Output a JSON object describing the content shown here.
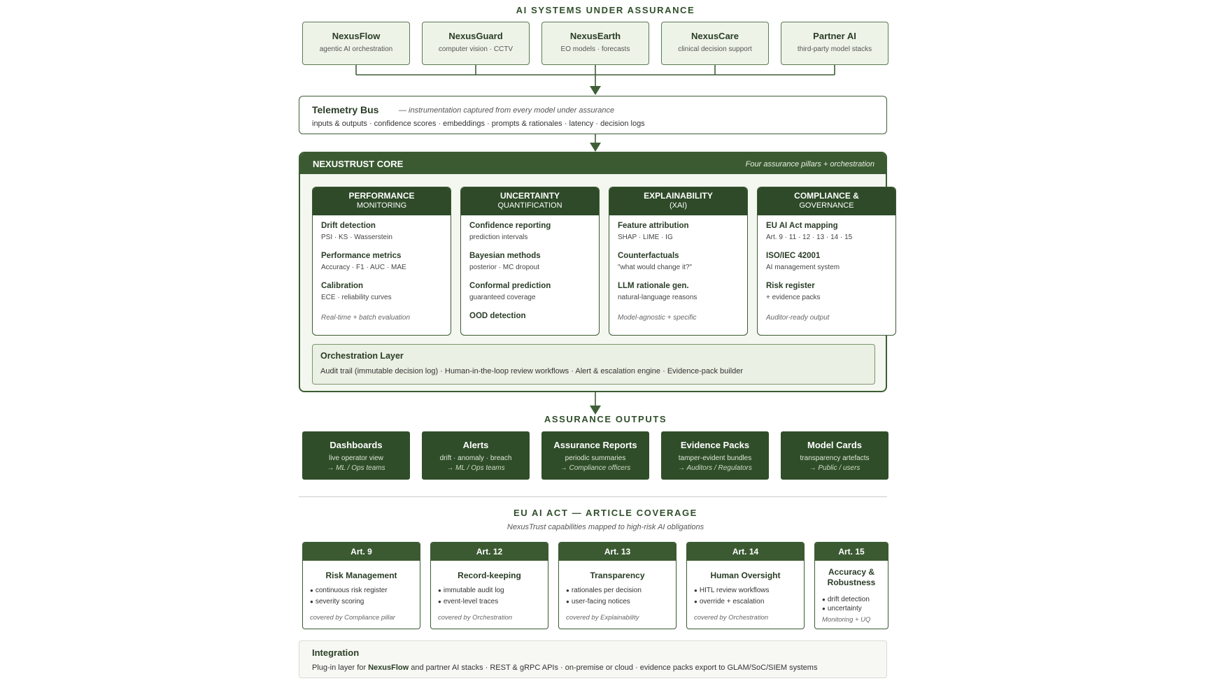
{
  "systems": {
    "title": "AI SYSTEMS UNDER ASSURANCE",
    "items": [
      {
        "name": "NexusFlow",
        "sub": "agentic AI orchestration"
      },
      {
        "name": "NexusGuard",
        "sub": "computer vision · CCTV"
      },
      {
        "name": "NexusEarth",
        "sub": "EO models · forecasts"
      },
      {
        "name": "NexusCare",
        "sub": "clinical decision support"
      },
      {
        "name": "Partner AI",
        "sub": "third-party model stacks"
      }
    ]
  },
  "telemetry": {
    "title": "Telemetry Bus",
    "note": "— instrumentation captured from every model under assurance",
    "items": "inputs & outputs · confidence scores · embeddings · prompts & rationales · latency · decision logs"
  },
  "core": {
    "title": "NEXUSTRUST CORE",
    "note": "Four assurance pillars + orchestration",
    "pillars": [
      {
        "h1": "PERFORMANCE",
        "h2": "MONITORING",
        "items": [
          {
            "title": "Drift detection",
            "sub": "PSI · KS · Wasserstein"
          },
          {
            "title": "Performance metrics",
            "sub": "Accuracy · F1 · AUC · MAE"
          },
          {
            "title": "Calibration",
            "sub": "ECE · reliability curves"
          }
        ],
        "note": "Real-time + batch evaluation"
      },
      {
        "h1": "UNCERTAINTY",
        "h2": "QUANTIFICATION",
        "items": [
          {
            "title": "Confidence reporting",
            "sub": "prediction intervals"
          },
          {
            "title": "Bayesian methods",
            "sub": "posterior · MC dropout"
          },
          {
            "title": "Conformal prediction",
            "sub": "guaranteed coverage"
          },
          {
            "title": "OOD detection",
            "sub": ""
          }
        ],
        "note": ""
      },
      {
        "h1": "EXPLAINABILITY",
        "h2": "(XAI)",
        "items": [
          {
            "title": "Feature attribution",
            "sub": "SHAP · LIME · IG"
          },
          {
            "title": "Counterfactuals",
            "sub": "\"what would change it?\""
          },
          {
            "title": "LLM rationale gen.",
            "sub": "natural-language reasons"
          }
        ],
        "note": "Model-agnostic + specific"
      },
      {
        "h1": "COMPLIANCE &",
        "h2": "GOVERNANCE",
        "items": [
          {
            "title": "EU AI Act mapping",
            "sub": "Art. 9 · 11 · 12 · 13 · 14 · 15"
          },
          {
            "title": "ISO/IEC 42001",
            "sub": "AI management system"
          },
          {
            "title": "Risk register",
            "sub": "+ evidence packs"
          }
        ],
        "note": "Auditor-ready output"
      }
    ],
    "orchestration": {
      "title": "Orchestration Layer",
      "items": "Audit trail (immutable decision log) · Human-in-the-loop review workflows · Alert & escalation engine · Evidence-pack builder"
    }
  },
  "outputs": {
    "title": "ASSURANCE OUTPUTS",
    "items": [
      {
        "name": "Dashboards",
        "sub": "live operator view",
        "aud": "→ ML / Ops teams"
      },
      {
        "name": "Alerts",
        "sub": "drift · anomaly · breach",
        "aud": "→ ML / Ops teams"
      },
      {
        "name": "Assurance Reports",
        "sub": "periodic summaries",
        "aud": "→ Compliance officers"
      },
      {
        "name": "Evidence Packs",
        "sub": "tamper-evident bundles",
        "aud": "→ Auditors / Regulators"
      },
      {
        "name": "Model Cards",
        "sub": "transparency artefacts",
        "aud": "→ Public / users"
      }
    ]
  },
  "euact": {
    "title": "EU AI ACT — ARTICLE COVERAGE",
    "subtitle": "NexusTrust capabilities mapped to high-risk AI obligations",
    "articles": [
      {
        "art": "Art. 9",
        "title": "Risk Management",
        "bullets": [
          "continuous risk register",
          "severity scoring"
        ],
        "note": "covered by Compliance pillar"
      },
      {
        "art": "Art. 12",
        "title": "Record-keeping",
        "bullets": [
          "immutable audit log",
          "event-level traces"
        ],
        "note": "covered by Orchestration"
      },
      {
        "art": "Art. 13",
        "title": "Transparency",
        "bullets": [
          "rationales per decision",
          "user-facing notices"
        ],
        "note": "covered by Explainability"
      },
      {
        "art": "Art. 14",
        "title": "Human Oversight",
        "bullets": [
          "HITL review workflows",
          "override + escalation"
        ],
        "note": "covered by Orchestration"
      },
      {
        "art": "Art. 15",
        "title": "Accuracy & Robustness",
        "bullets": [
          "drift detection",
          "uncertainty"
        ],
        "note": "Monitoring + UQ"
      }
    ]
  },
  "integration": {
    "title": "Integration",
    "pre": "Plug-in layer for",
    "bold": "NexusFlow",
    "post": "and partner AI stacks · REST & gRPC APIs · on-premise or cloud · evidence packs export to GLAM/SoC/SIEM systems"
  },
  "colors": {
    "dark_green": "#2f4d29",
    "accent_green": "#3b5a32",
    "light_green": "#eef3e8"
  }
}
